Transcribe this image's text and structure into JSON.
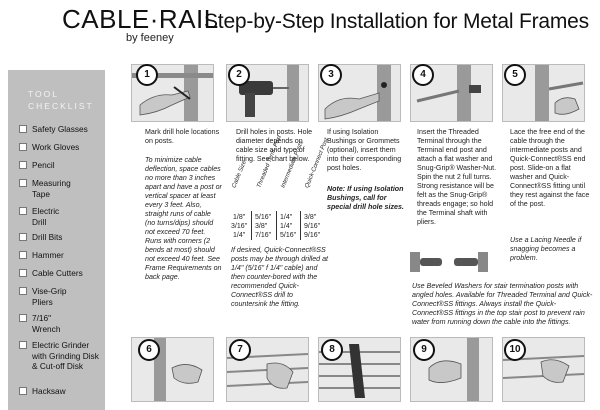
{
  "header": {
    "logo_main": "CABLE·RAIL",
    "logo_sub": "by feeney",
    "title": "Step-by-Step Installation for Metal Frames"
  },
  "sidebar": {
    "title": "TOOL CHECKLIST",
    "tools": [
      "Safety Glasses",
      "Work Gloves",
      "Pencil",
      "Measuring Tape",
      "Electric Drill",
      "Drill Bits",
      "Hammer",
      "Cable Cutters",
      "Vise-Grip Pliers",
      "7/16\" Wrench",
      "Electric Grinder with Grinding Disk & Cut-off Disk",
      "Hacksaw"
    ]
  },
  "steps": [
    {
      "number": "1",
      "text": "Mark drill hole locations on posts.",
      "italic": "To minimize cable deflection, space cables no more than 3 inches apart and have a post or vertical spacer at least every 3 feet. Also, straight runs of cable (no turns/dips) should not exceed 70 feet. Runs with corners (2 bends at most) should not exceed 40 feet. See Frame Requirements on back page."
    },
    {
      "number": "2",
      "text": "Drill holes in posts. Hole diameter depends on cable size and type of fitting. See chart below.",
      "italic": "If desired, Quick-Connect®SS posts may be through drilled at 1/4\" (5/16\" f 1/4\" cable) and then counter-bored with the recommended Quick-Connect®SS drill to countersink the fitting."
    },
    {
      "number": "3",
      "text": "If using Isolation Bushings or Grommets (optional), insert them into their corresponding post holes.",
      "note": "Note: If using Isolation Bushings, call for special drill hole sizes."
    },
    {
      "number": "4",
      "text": "Insert the Threaded Terminal through the Terminal end post and attach a flat washer and Snug-Grip® Washer-Nut. Spin the nut 2 full turns. Strong resistance will be felt as the Snug-Grip® threads engage; so hold the Terminal shaft with pliers."
    },
    {
      "number": "5",
      "text": "Lace the free end of the cable through the intermediate posts and Quick-Connect®SS end post. Slide-on a flat washer and Quick-Connect®SS fitting until they rest against the face of the post.",
      "italic": "Use a Lacing Needle if snagging becomes a problem."
    },
    {
      "number": "6"
    },
    {
      "number": "7"
    },
    {
      "number": "8"
    },
    {
      "number": "9"
    },
    {
      "number": "10"
    }
  ],
  "bottom_note": "Use Beveled Washers for stair termination posts with angled holes. Available for Threaded Terminal and Quick-Connect®SS fittings. Always install the Quick-Connect®SS fittings in the top stair post to prevent rain water from running down the cable into the fittings.",
  "drill_chart": {
    "headers": [
      "Cable Size",
      "Threaded Term. Post",
      "Intermediate Posts",
      "Quick-Connect Post"
    ],
    "rows": [
      [
        "1/8\"",
        "5/16\"",
        "1/4\"",
        "3/8\""
      ],
      [
        "3/16\"",
        "3/8\"",
        "1/4\"",
        "9/16\""
      ],
      [
        "1/4\"",
        "7/16\"",
        "5/16\"",
        "9/16\""
      ]
    ]
  }
}
